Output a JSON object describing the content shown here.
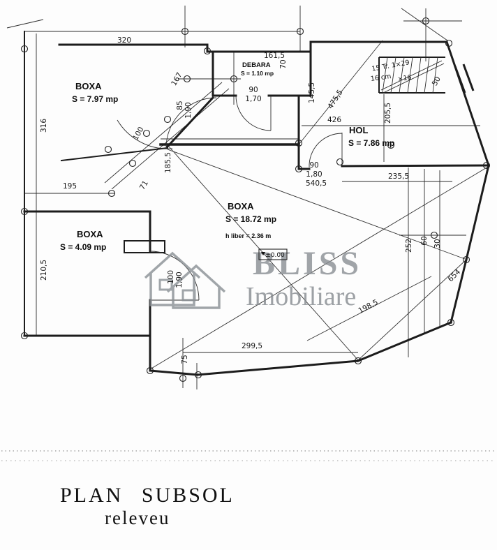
{
  "title": {
    "line1": "PLAN SUBSOL",
    "line2": "releveu"
  },
  "watermark": {
    "top": "BLISS",
    "bottom": "Imobiliare"
  },
  "level_marker": "±0.00",
  "rooms": {
    "boxa_top_left": {
      "name": "BOXA",
      "area": "S = 7.97 mp"
    },
    "debara": {
      "name": "DEBARA",
      "area": "S = 1.10 mp"
    },
    "hol": {
      "name": "HOL",
      "area": "S = 7.86 mp"
    },
    "boxa_center": {
      "name": "BOXA",
      "area": "S = 18.72 mp",
      "height_note": "h liber = 2.36 m"
    },
    "boxa_bottom_left": {
      "name": "BOXA",
      "area": "S = 4.09 mp"
    }
  },
  "stairs": {
    "treads": "15 Tr. 1×29",
    "riser": "16 cm",
    "count": "×16"
  },
  "dims": {
    "d320": "320",
    "d316": "316",
    "d161_5": "161,5",
    "d70": "70",
    "d167": "167",
    "d85": "85",
    "d1_90_top": "1,90",
    "d90_top": "90",
    "d1_70": "1,70",
    "d145_5": "145,5",
    "d475_5": "475,5",
    "d50": "50",
    "d205_5": "205,5",
    "d426": "426",
    "d100_diag": "100",
    "d185_5": "185,5",
    "d71": "71",
    "d195": "195",
    "d90_hol": "90",
    "d1_80": "1,80",
    "d540_5": "540,5",
    "d235_5": "235,5",
    "d252": "252",
    "d60": "60",
    "d30": "30",
    "d210_5": "210,5",
    "d100_door": "100",
    "d1_90_door": "1,90",
    "d654": "654",
    "d198_5": "198,5",
    "d299_5": "299,5",
    "d75": "75"
  }
}
